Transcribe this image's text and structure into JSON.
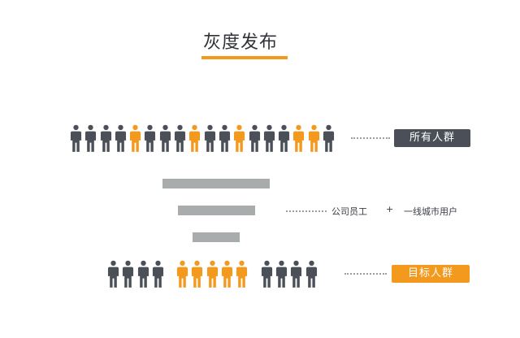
{
  "title": "灰度发布",
  "colors": {
    "dark": "#4b5058",
    "orange": "#f39a1e",
    "bar": "#a9acad"
  },
  "all_people": [
    "d",
    "d",
    "d",
    "d",
    "o",
    "d",
    "d",
    "d",
    "o",
    "d",
    "d",
    "o",
    "d",
    "d",
    "d",
    "o",
    "o",
    "d"
  ],
  "target_people_left": [
    "d",
    "d",
    "d",
    "d"
  ],
  "target_people_mid": [
    "o",
    "o",
    "o",
    "o",
    "o"
  ],
  "target_people_right": [
    "d",
    "d",
    "d",
    "d"
  ],
  "labels": {
    "all": "所有人群",
    "target": "目标人群",
    "cond1": "公司员工",
    "plus": "+",
    "cond2": "一线城市用户"
  }
}
